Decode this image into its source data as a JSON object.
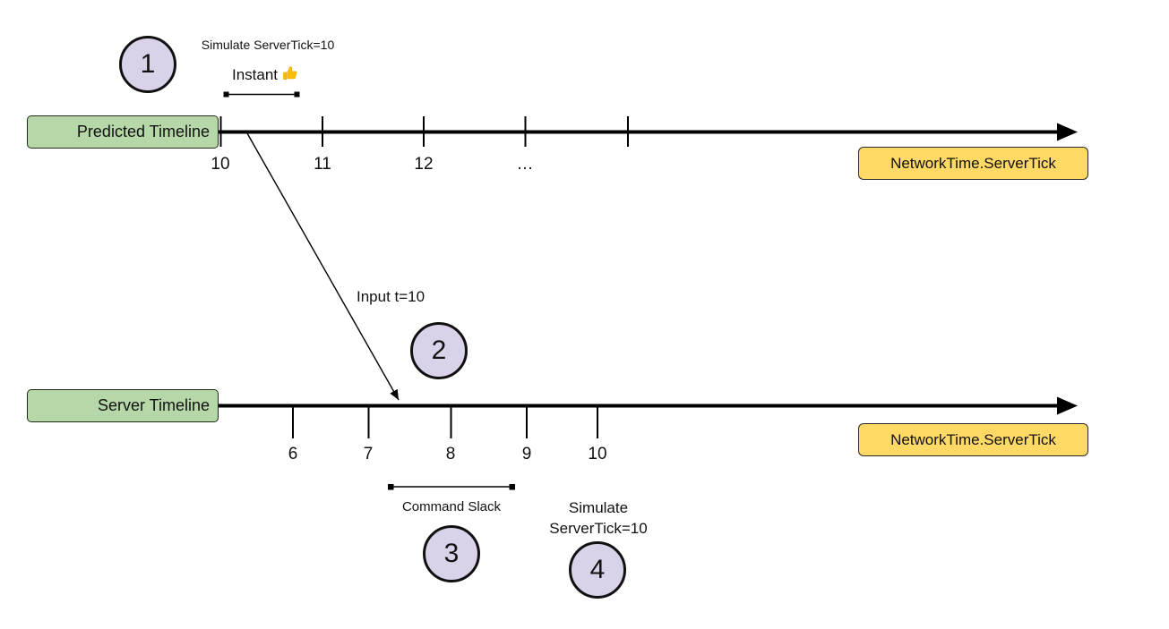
{
  "diagram": {
    "step1": {
      "badge": "1",
      "title": "Simulate ServerTick=10",
      "subtitle": "Instant"
    },
    "step2": {
      "badge": "2",
      "arrow_label": "Input t=10"
    },
    "step3": {
      "badge": "3",
      "label": "Command Slack"
    },
    "step4": {
      "badge": "4",
      "title_line1": "Simulate",
      "title_line2": "ServerTick=10"
    },
    "predicted_timeline": {
      "label": "Predicted Timeline",
      "axis_label": "NetworkTime.ServerTick",
      "ticks": [
        "10",
        "11",
        "12",
        "…"
      ]
    },
    "server_timeline": {
      "label": "Server Timeline",
      "axis_label": "NetworkTime.ServerTick",
      "ticks": [
        "6",
        "7",
        "8",
        "9",
        "10"
      ]
    },
    "icons": {
      "thumbs_up": "👍"
    },
    "colors": {
      "timeline_label_fill": "#b6d7a8",
      "axis_label_fill": "#ffd966",
      "badge_fill": "#d9d2e9",
      "line": "#000000",
      "thumb_gold": "#fbbc04"
    }
  }
}
